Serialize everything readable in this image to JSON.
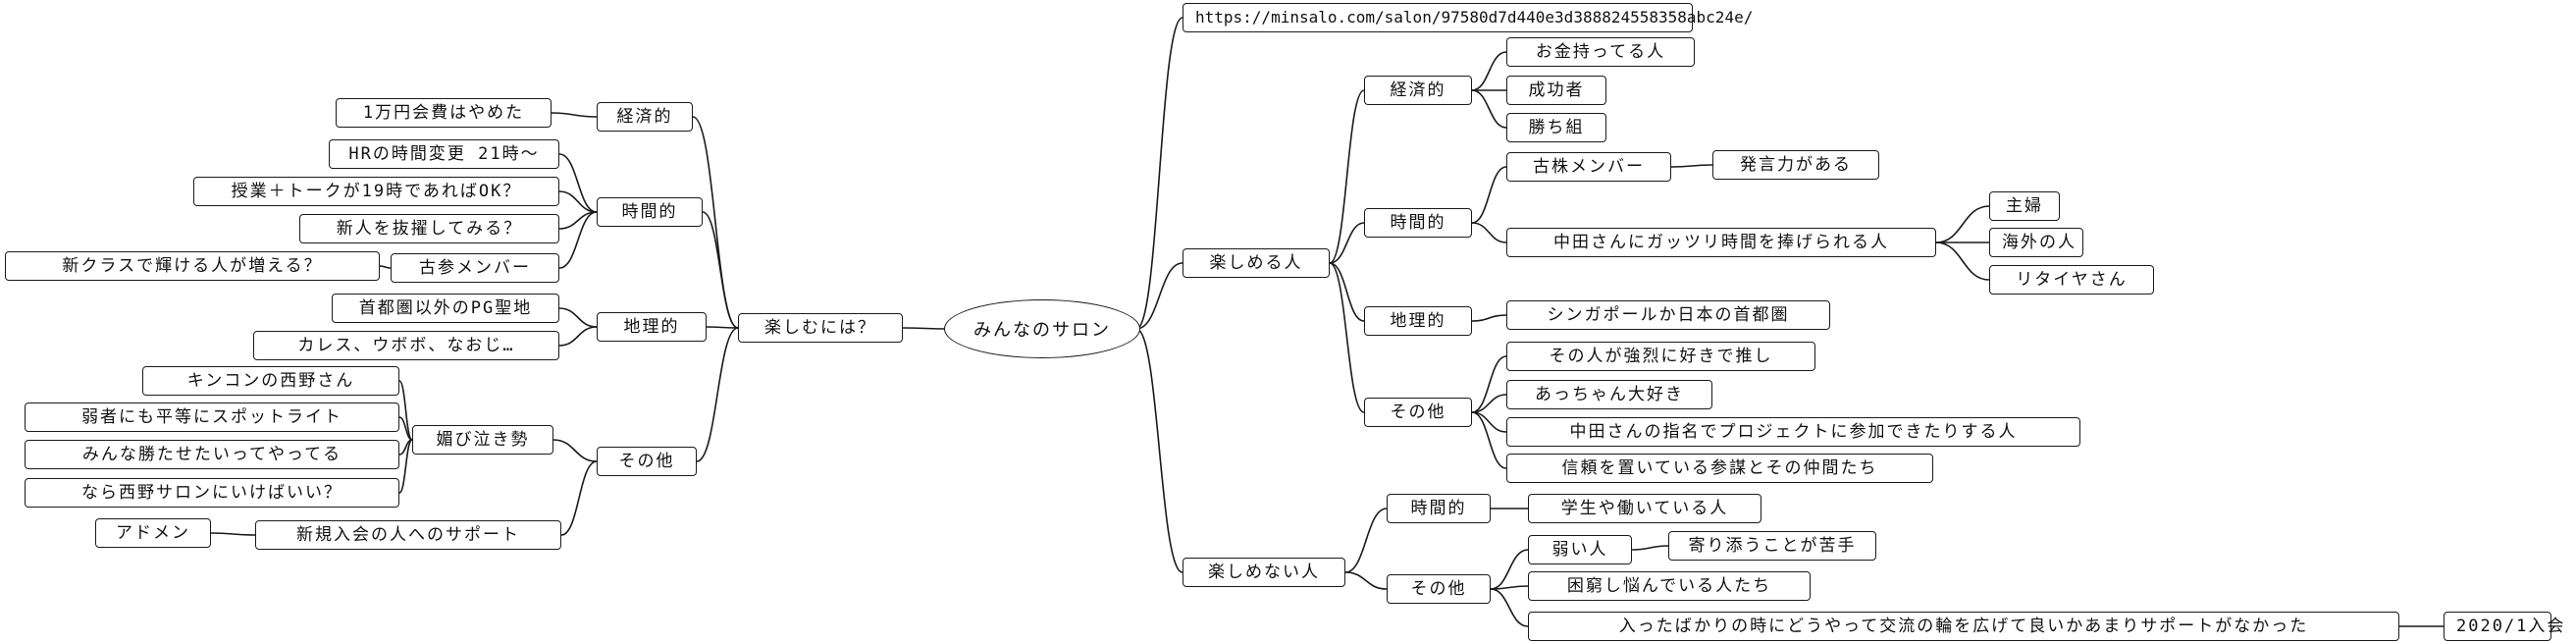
{
  "mindmap": {
    "root": {
      "id": "root",
      "label": "みんなのサロン"
    },
    "nodes": [
      {
        "id": "url",
        "label": "https://minsalo.com/salon/97580d7d440e3d388824558358abc24e/"
      },
      {
        "id": "r1",
        "label": "楽しめる人"
      },
      {
        "id": "r1a",
        "label": "経済的"
      },
      {
        "id": "r1a1",
        "label": "お金持ってる人"
      },
      {
        "id": "r1a2",
        "label": "成功者"
      },
      {
        "id": "r1a3",
        "label": "勝ち組"
      },
      {
        "id": "r1b",
        "label": "時間的"
      },
      {
        "id": "r1b1",
        "label": "古株メンバー"
      },
      {
        "id": "r1b1a",
        "label": "発言力がある"
      },
      {
        "id": "r1b2",
        "label": "中田さんにガッツリ時間を捧げられる人"
      },
      {
        "id": "r1b2a",
        "label": "主婦"
      },
      {
        "id": "r1b2b",
        "label": "海外の人"
      },
      {
        "id": "r1b2c",
        "label": "リタイヤさん"
      },
      {
        "id": "r1c",
        "label": "地理的"
      },
      {
        "id": "r1c1",
        "label": "シンガポールか日本の首都圏"
      },
      {
        "id": "r1d",
        "label": "その他"
      },
      {
        "id": "r1d1",
        "label": "その人が強烈に好きで推し"
      },
      {
        "id": "r1d2",
        "label": "あっちゃん大好き"
      },
      {
        "id": "r1d3",
        "label": "中田さんの指名でプロジェクトに参加できたりする人"
      },
      {
        "id": "r1d4",
        "label": "信頼を置いている参謀とその仲間たち"
      },
      {
        "id": "r2",
        "label": "楽しめない人"
      },
      {
        "id": "r2a",
        "label": "時間的"
      },
      {
        "id": "r2a1",
        "label": "学生や働いている人"
      },
      {
        "id": "r2b",
        "label": "その他"
      },
      {
        "id": "r2b1",
        "label": "弱い人"
      },
      {
        "id": "r2b1a",
        "label": "寄り添うことが苦手"
      },
      {
        "id": "r2b2",
        "label": "困窮し悩んでいる人たち"
      },
      {
        "id": "r2b3",
        "label": "入ったばかりの時にどうやって交流の輪を広げて良いかあまりサポートがなかった"
      },
      {
        "id": "r2b3a",
        "label": "2020/1入会"
      },
      {
        "id": "l1",
        "label": "楽しむには？"
      },
      {
        "id": "l1a",
        "label": "経済的"
      },
      {
        "id": "l1a1",
        "label": "1万円会費はやめた"
      },
      {
        "id": "l1b",
        "label": "時間的"
      },
      {
        "id": "l1b1",
        "label": "HRの時間変更 21時～"
      },
      {
        "id": "l1b2",
        "label": "授業＋トークが19時であればOK？"
      },
      {
        "id": "l1b3",
        "label": "新人を抜擢してみる？"
      },
      {
        "id": "l1b4",
        "label": "古参メンバー"
      },
      {
        "id": "l1b4a",
        "label": "新クラスで輝ける人が増える？"
      },
      {
        "id": "l1c",
        "label": "地理的"
      },
      {
        "id": "l1c1",
        "label": "首都圏以外のPG聖地"
      },
      {
        "id": "l1c2",
        "label": "カレス、ウボボ、なおじ…"
      },
      {
        "id": "l1d",
        "label": "その他"
      },
      {
        "id": "l1d1",
        "label": "媚び泣き勢"
      },
      {
        "id": "l1d1a",
        "label": "キンコンの西野さん"
      },
      {
        "id": "l1d1b",
        "label": "弱者にも平等にスポットライト"
      },
      {
        "id": "l1d1c",
        "label": "みんな勝たせたいってやってる"
      },
      {
        "id": "l1d1d",
        "label": "なら西野サロンにいけばいい？"
      },
      {
        "id": "l1d2",
        "label": "新規入会の人へのサポート"
      },
      {
        "id": "l1d2a",
        "label": "アドメン"
      }
    ],
    "edges": [
      [
        "root",
        "url"
      ],
      [
        "root",
        "r1"
      ],
      [
        "root",
        "r2"
      ],
      [
        "root",
        "l1"
      ],
      [
        "r1",
        "r1a"
      ],
      [
        "r1a",
        "r1a1"
      ],
      [
        "r1a",
        "r1a2"
      ],
      [
        "r1a",
        "r1a3"
      ],
      [
        "r1",
        "r1b"
      ],
      [
        "r1b",
        "r1b1"
      ],
      [
        "r1b1",
        "r1b1a"
      ],
      [
        "r1b",
        "r1b2"
      ],
      [
        "r1b2",
        "r1b2a"
      ],
      [
        "r1b2",
        "r1b2b"
      ],
      [
        "r1b2",
        "r1b2c"
      ],
      [
        "r1",
        "r1c"
      ],
      [
        "r1c",
        "r1c1"
      ],
      [
        "r1",
        "r1d"
      ],
      [
        "r1d",
        "r1d1"
      ],
      [
        "r1d",
        "r1d2"
      ],
      [
        "r1d",
        "r1d3"
      ],
      [
        "r1d",
        "r1d4"
      ],
      [
        "r2",
        "r2a"
      ],
      [
        "r2a",
        "r2a1"
      ],
      [
        "r2",
        "r2b"
      ],
      [
        "r2b",
        "r2b1"
      ],
      [
        "r2b1",
        "r2b1a"
      ],
      [
        "r2b",
        "r2b2"
      ],
      [
        "r2b",
        "r2b3"
      ],
      [
        "r2b3",
        "r2b3a"
      ],
      [
        "l1",
        "l1a"
      ],
      [
        "l1a",
        "l1a1"
      ],
      [
        "l1",
        "l1b"
      ],
      [
        "l1b",
        "l1b1"
      ],
      [
        "l1b",
        "l1b2"
      ],
      [
        "l1b",
        "l1b3"
      ],
      [
        "l1b",
        "l1b4"
      ],
      [
        "l1b4",
        "l1b4a"
      ],
      [
        "l1",
        "l1c"
      ],
      [
        "l1c",
        "l1c1"
      ],
      [
        "l1c",
        "l1c2"
      ],
      [
        "l1",
        "l1d"
      ],
      [
        "l1d",
        "l1d1"
      ],
      [
        "l1d1",
        "l1d1a"
      ],
      [
        "l1d1",
        "l1d1b"
      ],
      [
        "l1d1",
        "l1d1c"
      ],
      [
        "l1d1",
        "l1d1d"
      ],
      [
        "l1d",
        "l1d2"
      ],
      [
        "l1d2",
        "l1d2a"
      ]
    ]
  }
}
